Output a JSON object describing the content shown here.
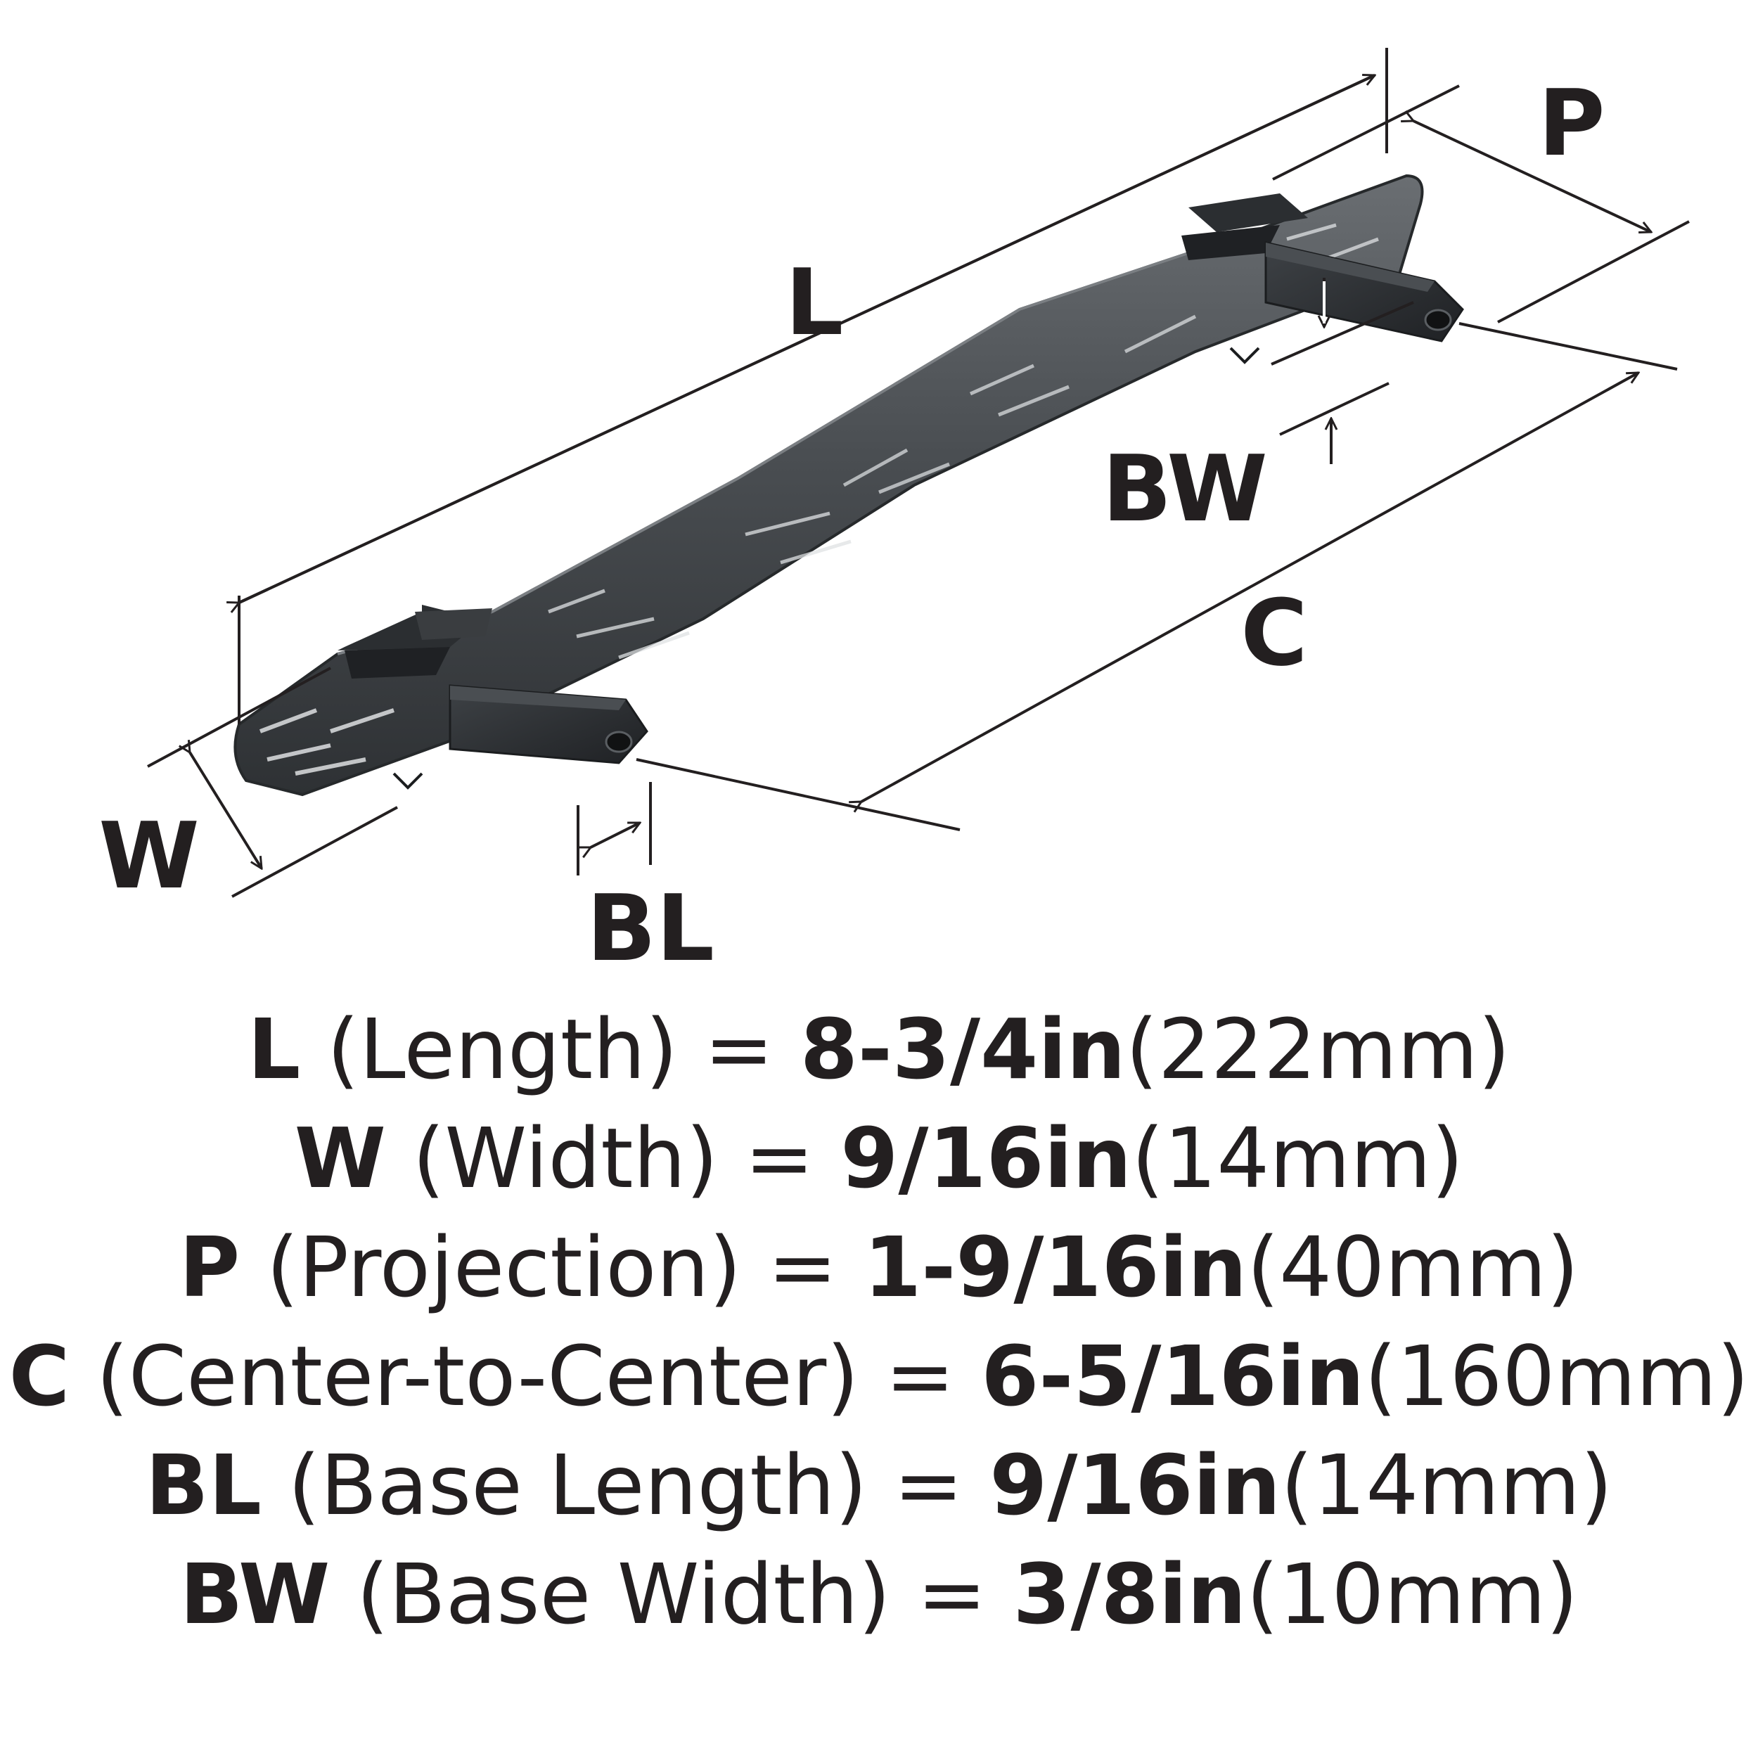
{
  "labels": {
    "L": "L",
    "W": "W",
    "P": "P",
    "C": "C",
    "BL": "BL",
    "BW": "BW"
  },
  "specs": [
    {
      "code": "L",
      "name": " (Length) = ",
      "imperial": "8-3/4in",
      "metric": "(222mm)"
    },
    {
      "code": "W",
      "name": " (Width) = ",
      "imperial": "9/16in",
      "metric": "(14mm)"
    },
    {
      "code": "P",
      "name": " (Projection) = ",
      "imperial": "1-9/16in",
      "metric": "(40mm)"
    },
    {
      "code": "C",
      "name": " (Center-to-Center) = ",
      "imperial": "6-5/16in",
      "metric": "(160mm)"
    },
    {
      "code": "BL",
      "name": " (Base Length) = ",
      "imperial": "9/16in",
      "metric": "(14mm)"
    },
    {
      "code": "BW",
      "name": " (Base Width) = ",
      "imperial": "3/8in",
      "metric": "(10mm)"
    }
  ],
  "colors": {
    "ink": "#231f20",
    "bar_dark": "#3d4043",
    "bar_mid": "#5b5f63",
    "marble_white": "#e8eaec",
    "post": "#2b2e31"
  }
}
